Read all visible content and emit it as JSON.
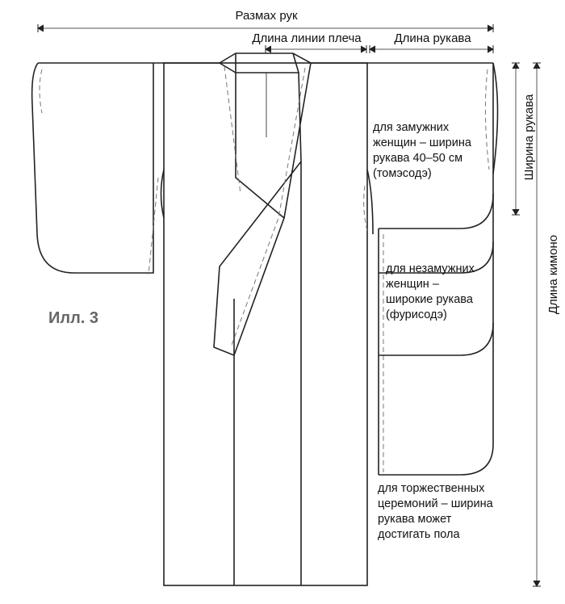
{
  "dimensions": {
    "arm_span": "Размах рук",
    "shoulder_length": "Длина линии плеча",
    "sleeve_length": "Длина рукава",
    "sleeve_width": "Ширина рукава",
    "kimono_length": "Длина кимоно"
  },
  "figure_label": "Илл. 3",
  "notes": {
    "married": [
      "для замужних",
      "женщин – ширина",
      "рукава 40–50 см",
      "(томэсодэ)"
    ],
    "unmarried": [
      "для незамужних",
      "женщин –",
      "широкие рукава",
      "(фурисодэ)"
    ],
    "ceremonial": [
      "для торжественных",
      "церемоний – ширина",
      "рукава может",
      "достигать пола"
    ]
  }
}
